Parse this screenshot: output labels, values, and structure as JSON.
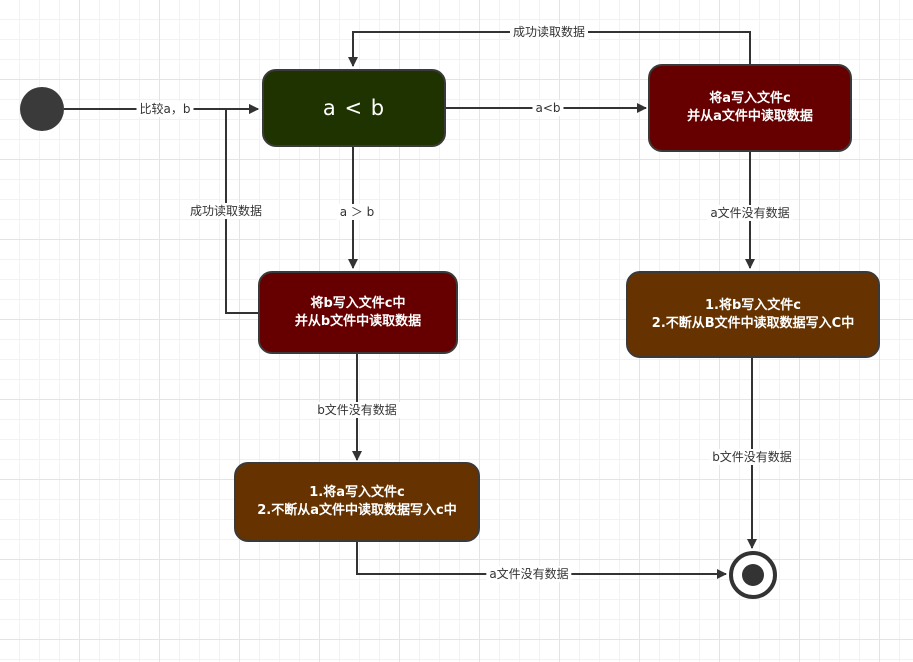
{
  "nodes": {
    "compare": {
      "text": "a < b",
      "color": "#1f3300"
    },
    "write_a_read_a": {
      "line1": "将a写入文件c",
      "line2": "并从a文件中读取数据",
      "color": "#660000"
    },
    "write_b_read_b": {
      "line1": "将b写入文件c中",
      "line2": "并从b文件中读取数据",
      "color": "#660000"
    },
    "flush_b": {
      "line1": "1.将b写入文件c",
      "line2": "2.不断从B文件中读取数据写入C中",
      "color": "#663300"
    },
    "flush_a": {
      "line1": "1.将a写入文件c",
      "line2": "2.不断从a文件中读取数据写入c中",
      "color": "#663300"
    }
  },
  "edges": {
    "start_to_compare": "比较a，b",
    "compare_to_a_branch": "a<b",
    "compare_to_b_branch": "a ＞ b",
    "a_branch_loop": "成功读取数据",
    "b_branch_loop": "成功读取数据",
    "a_branch_to_flush_b": "a文件没有数据",
    "b_branch_to_flush_a": "b文件没有数据",
    "flush_b_to_end": "b文件没有数据",
    "flush_a_to_end": "a文件没有数据"
  },
  "colors": {
    "line": "#333333",
    "start": "#3a3a3a",
    "end": "#333333"
  }
}
